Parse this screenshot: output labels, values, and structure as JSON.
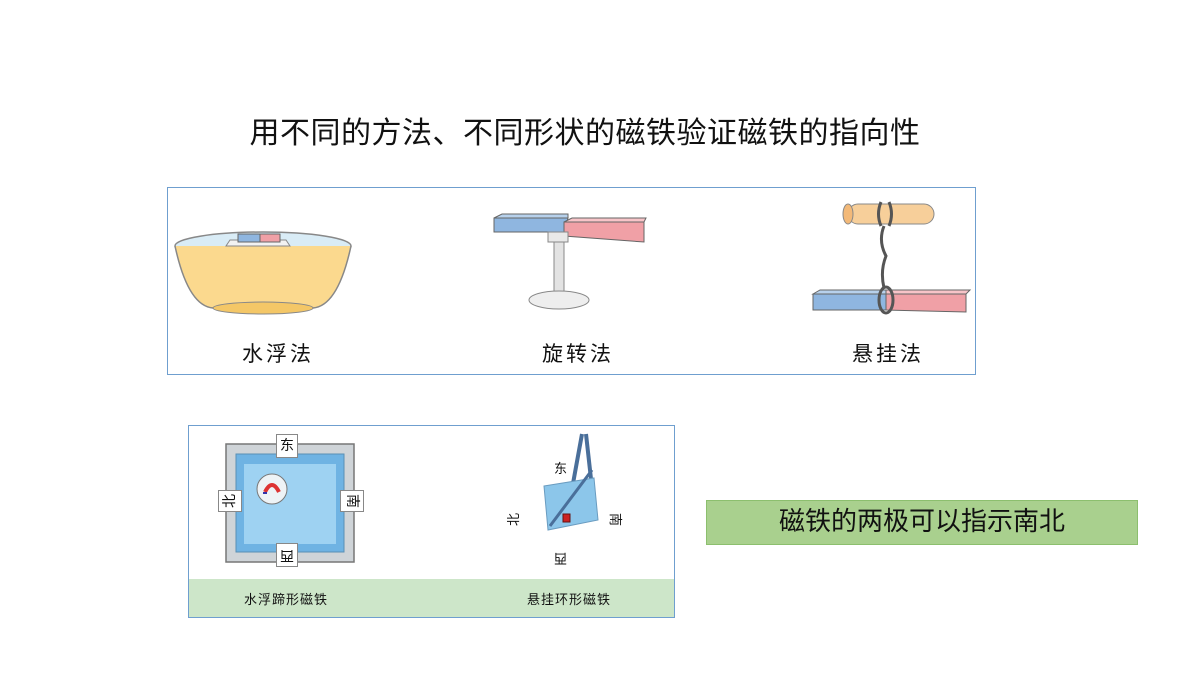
{
  "title": "用不同的方法、不同形状的磁铁验证磁铁的指向性",
  "methods": [
    {
      "label": "水浮法"
    },
    {
      "label": "旋转法"
    },
    {
      "label": "悬挂法"
    }
  ],
  "demos": [
    {
      "caption": "水浮蹄形磁铁",
      "directions": {
        "east": "东",
        "west": "西",
        "south": "南",
        "north": "北"
      }
    },
    {
      "caption": "悬挂环形磁铁",
      "directions": {
        "east": "东",
        "west": "西",
        "south": "南",
        "north": "北"
      }
    }
  ],
  "conclusion": "磁铁的两极可以指示南北",
  "colors": {
    "magnet_north": "#8fb6e0",
    "magnet_south": "#f0a0a6",
    "conclusion_bg": "#a9d08e",
    "caption_bg": "#cde6c9",
    "border": "#6f9fcf"
  }
}
